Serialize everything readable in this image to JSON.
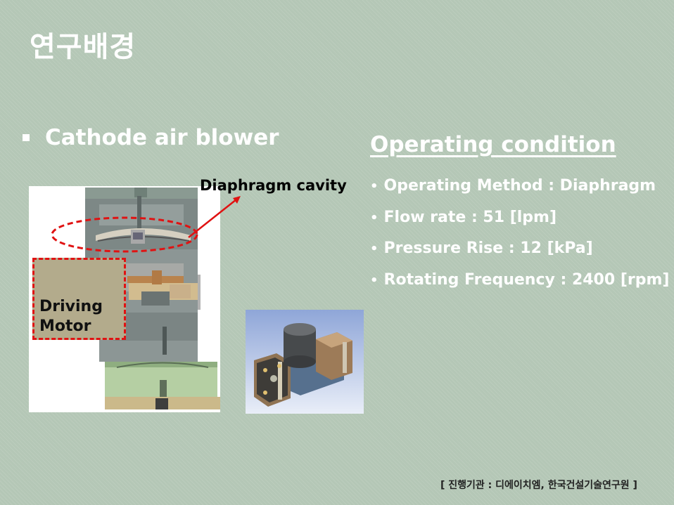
{
  "title": "연구배경",
  "section": {
    "label": "Cathode air blower"
  },
  "operating": {
    "title": "Operating condition",
    "items": [
      "Operating Method : Diaphragm",
      "Flow rate : 51 [lpm]",
      "Pressure Rise : 12 [kPa]",
      "Rotating Frequency : 2400 [rpm]"
    ]
  },
  "annotations": {
    "cavity": "Diaphragm cavity",
    "motor_line1": "Driving",
    "motor_line2": "Motor"
  },
  "footer": "[ 진행기관 : 디에이치엠, 한국건설기술연구원 ]",
  "colors": {
    "accent_red": "#e01212",
    "background": "#b4c7b6",
    "text": "#ffffff"
  }
}
